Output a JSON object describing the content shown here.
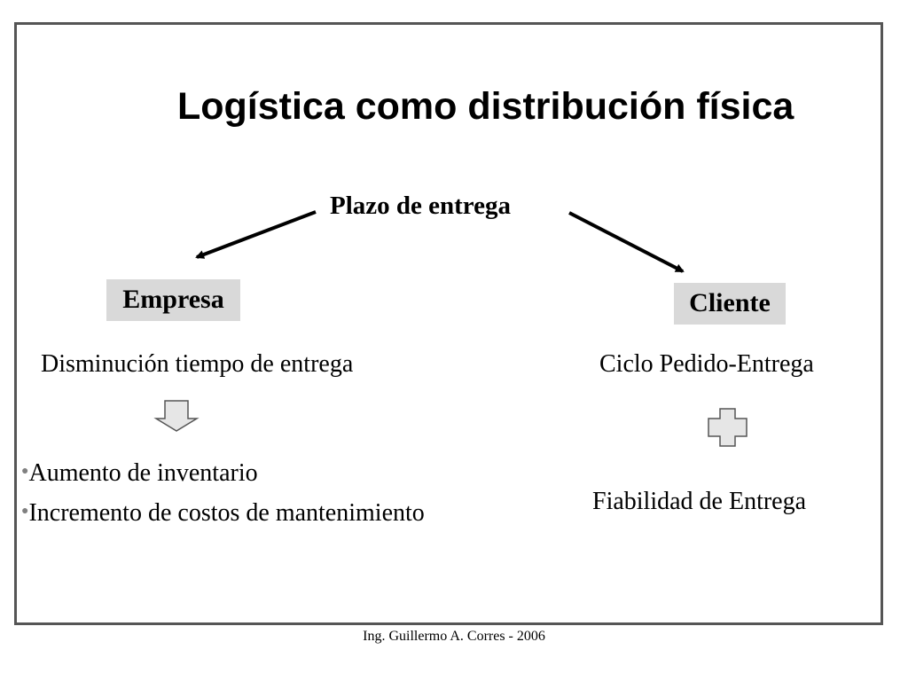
{
  "slide": {
    "title": "Logística como distribución física",
    "center_label": "Plazo de entrega",
    "left": {
      "box_label": "Empresa",
      "description": "Disminución tiempo de entrega",
      "arrow_icon": "down-arrow-icon",
      "bullets": [
        "Aumento de inventario",
        "Incremento de costos de mantenimiento"
      ]
    },
    "right": {
      "box_label": "Cliente",
      "description": "Ciclo Pedido-Entrega",
      "plus_icon": "plus-icon",
      "result": "Fiabilidad de Entrega"
    },
    "footer": "Ing. Guillermo A. Corres - 2006"
  },
  "colors": {
    "box_fill": "#d9d9d9",
    "frame": "#555555",
    "icon_fill": "#e6e6e6",
    "bullet": "#808080"
  }
}
